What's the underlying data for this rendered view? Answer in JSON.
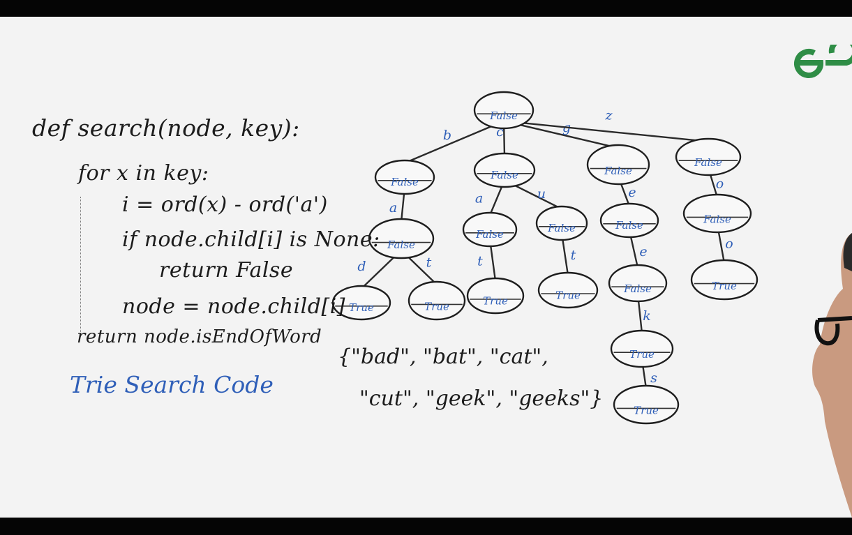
{
  "logo": {
    "text": "GG"
  },
  "code": {
    "line1": "def search(node, key):",
    "line2": "for x in key:",
    "line3": "i = ord(x) - ord('a')",
    "line4": "if node.child[i] is None:",
    "line5": "return False",
    "line6": "node = node.child[i]",
    "line7": "return node.isEndOfWord"
  },
  "caption": "Trie Search Code",
  "words": {
    "line1": "{\"bad\", \"bat\", \"cat\",",
    "line2": "\"cut\", \"geek\", \"geeks\"}"
  },
  "trie": {
    "nodes": [
      {
        "id": "root",
        "value": "False"
      },
      {
        "id": "b",
        "value": "False"
      },
      {
        "id": "c",
        "value": "False"
      },
      {
        "id": "g",
        "value": "False"
      },
      {
        "id": "z",
        "value": "False"
      },
      {
        "id": "ba",
        "value": "False"
      },
      {
        "id": "ca",
        "value": "False"
      },
      {
        "id": "cu",
        "value": "False"
      },
      {
        "id": "ge",
        "value": "False"
      },
      {
        "id": "zo",
        "value": "False"
      },
      {
        "id": "bad",
        "value": "True"
      },
      {
        "id": "bat",
        "value": "True"
      },
      {
        "id": "cat",
        "value": "True"
      },
      {
        "id": "cut",
        "value": "True"
      },
      {
        "id": "gee",
        "value": "False"
      },
      {
        "id": "zoo",
        "value": "True"
      },
      {
        "id": "geek",
        "value": "True"
      },
      {
        "id": "geeks",
        "value": "True"
      }
    ],
    "edges": [
      {
        "from": "root",
        "to": "b",
        "label": "b"
      },
      {
        "from": "root",
        "to": "c",
        "label": "c"
      },
      {
        "from": "root",
        "to": "g",
        "label": "g"
      },
      {
        "from": "root",
        "to": "z",
        "label": "z"
      },
      {
        "from": "b",
        "to": "ba",
        "label": "a"
      },
      {
        "from": "c",
        "to": "ca",
        "label": "a"
      },
      {
        "from": "c",
        "to": "cu",
        "label": "u"
      },
      {
        "from": "g",
        "to": "ge",
        "label": "e"
      },
      {
        "from": "z",
        "to": "zo",
        "label": "o"
      },
      {
        "from": "ba",
        "to": "bad",
        "label": "d"
      },
      {
        "from": "ba",
        "to": "bat",
        "label": "t"
      },
      {
        "from": "ca",
        "to": "cat",
        "label": "t"
      },
      {
        "from": "cu",
        "to": "cut",
        "label": "t"
      },
      {
        "from": "ge",
        "to": "gee",
        "label": "e"
      },
      {
        "from": "zo",
        "to": "zoo",
        "label": "o"
      },
      {
        "from": "gee",
        "to": "geek",
        "label": "k"
      },
      {
        "from": "geek",
        "to": "geeks",
        "label": "s"
      }
    ]
  },
  "colors": {
    "board": "#f3f3f3",
    "ink": "#1c1c1c",
    "blue_ink": "#2f5fb8",
    "logo_green": "#2f8d46",
    "letterbox": "#050505"
  }
}
